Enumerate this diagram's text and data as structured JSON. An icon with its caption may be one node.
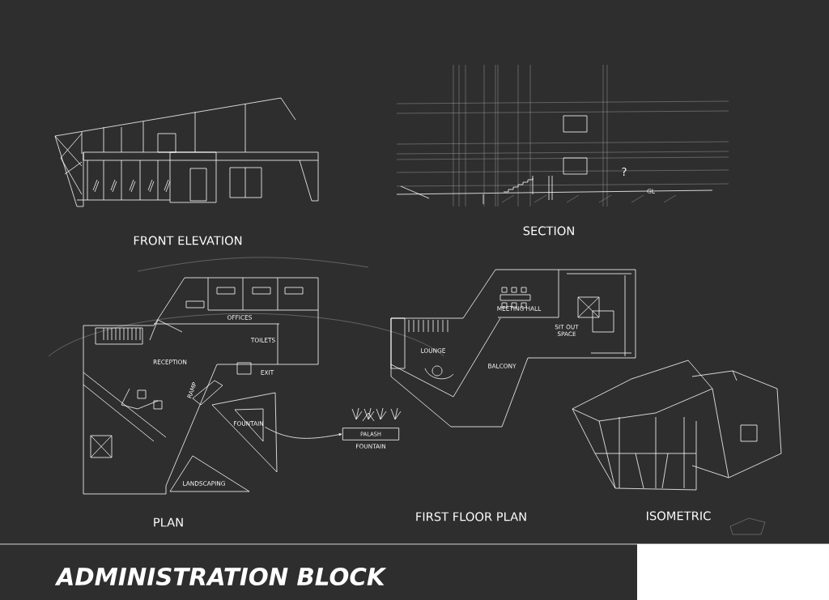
{
  "diagram": {
    "title": "ADMINISTRATION BLOCK",
    "nodes": [
      {
        "text": [
          "FOUNTAIN"
        ]
      },
      {
        "text": [
          "PALASH"
        ],
        "beside": [
          "FOUNTAIN"
        ]
      }
    ],
    "edges": [
      {
        "from": 0,
        "to": 1,
        "arrow": "to"
      }
    ],
    "labels": [
      "FRONT ELEVATION",
      "SECTION",
      "?",
      "GL",
      "OFFICES",
      "MEETING HALL",
      "TOILETS",
      "SIT OUT SPACE",
      "LOUNGE",
      "RECEPTION",
      "BALCONY",
      "EXIT",
      "RAMP",
      "LANDSCAPING",
      "PLAN",
      "FIRST FLOOR PLAN",
      "ISOMETRIC"
    ]
  }
}
